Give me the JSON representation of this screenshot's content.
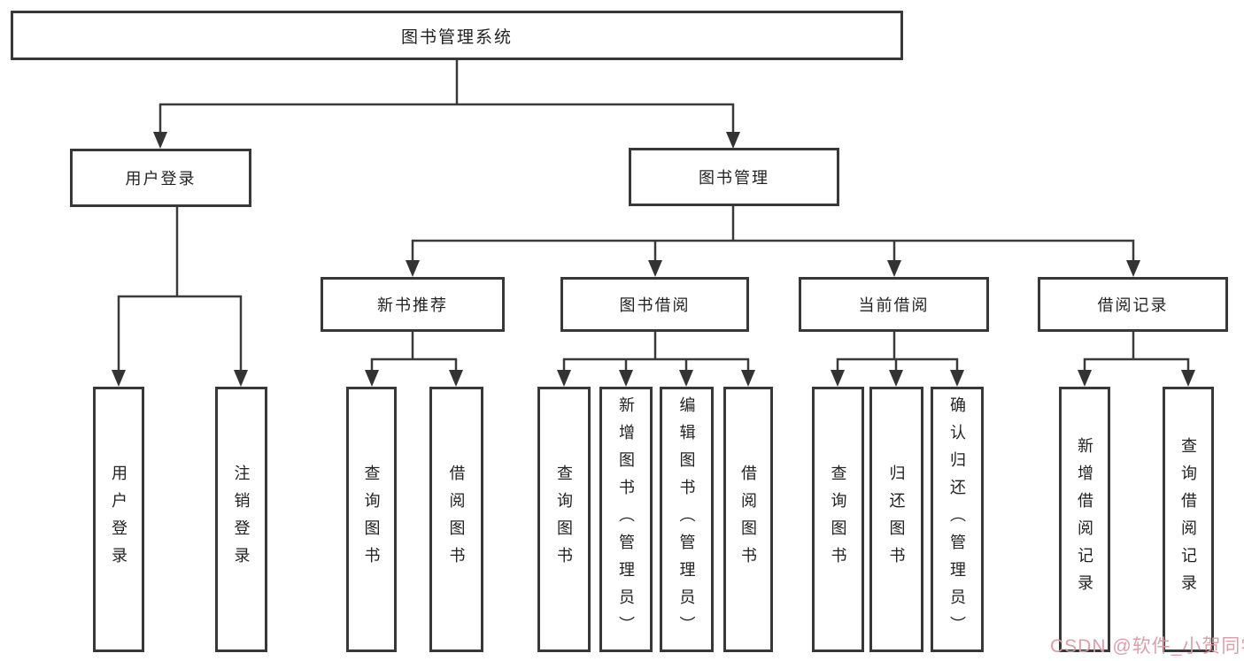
{
  "diagram": {
    "root": {
      "label": "图书管理系统"
    },
    "branches": [
      {
        "label": "用户登录",
        "children": [
          {
            "label": "用户登录"
          },
          {
            "label": "注销登录"
          }
        ]
      },
      {
        "label": "图书管理",
        "children": [
          {
            "label": "新书推荐",
            "children": [
              {
                "label": "查询图书"
              },
              {
                "label": "借阅图书"
              }
            ]
          },
          {
            "label": "图书借阅",
            "children": [
              {
                "label": "查询图书"
              },
              {
                "label": "新增图书（管理员）"
              },
              {
                "label": "编辑图书（管理员）"
              },
              {
                "label": "借阅图书"
              }
            ]
          },
          {
            "label": "当前借阅",
            "children": [
              {
                "label": "查询图书"
              },
              {
                "label": "归还图书"
              },
              {
                "label": "确认归还（管理员）"
              }
            ]
          },
          {
            "label": "借阅记录",
            "children": [
              {
                "label": "新增借阅记录"
              },
              {
                "label": "查询借阅记录"
              }
            ]
          }
        ]
      }
    ]
  },
  "watermark": {
    "text": "CSDN @软件_小贺同学",
    "color": "#d89aa4"
  },
  "colors": {
    "line": "#3a3a3a",
    "border": "#383838",
    "text": "#222222",
    "background": "#ffffff"
  }
}
